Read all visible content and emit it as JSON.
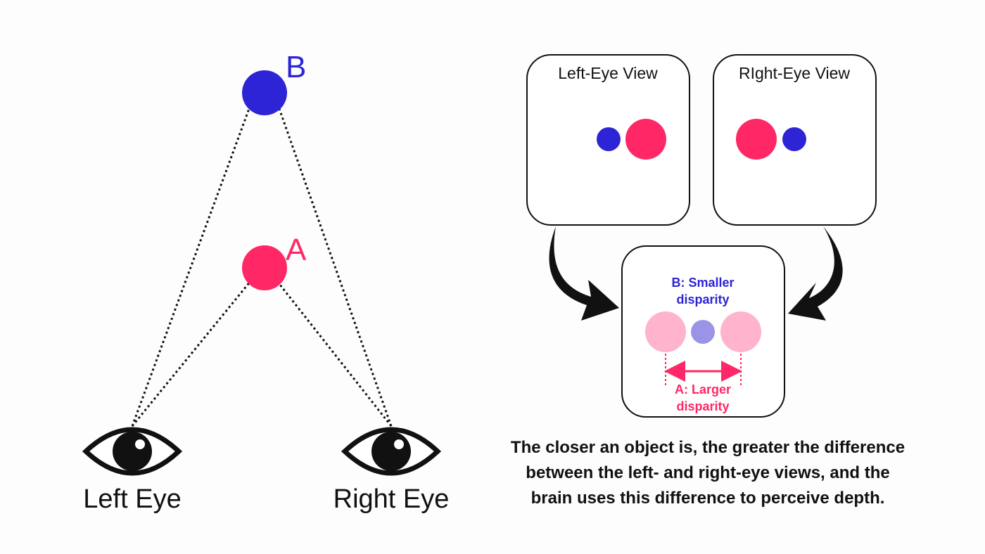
{
  "colors": {
    "background": "#fdfdfd",
    "object_b": "#2d24d6",
    "object_a": "#ff2766",
    "object_a_faded": "#ffb3cc",
    "object_b_faded": "#9a93e6",
    "ink": "#111111",
    "box_stroke": "#111111"
  },
  "left_diagram": {
    "object_b_label": "B",
    "object_a_label": "A",
    "left_eye_label": "Left Eye",
    "right_eye_label": "Right Eye"
  },
  "views": {
    "left_title": "Left-Eye View",
    "right_title": "RIght-Eye View"
  },
  "combined": {
    "b_line1": "B: Smaller",
    "b_line2": "disparity",
    "a_line1": "A: Larger",
    "a_line2": "disparity"
  },
  "caption": {
    "line1": "The closer an object is, the greater the difference",
    "line2": "between the left- and right-eye views, and the",
    "line3": "brain uses this difference to perceive depth."
  }
}
